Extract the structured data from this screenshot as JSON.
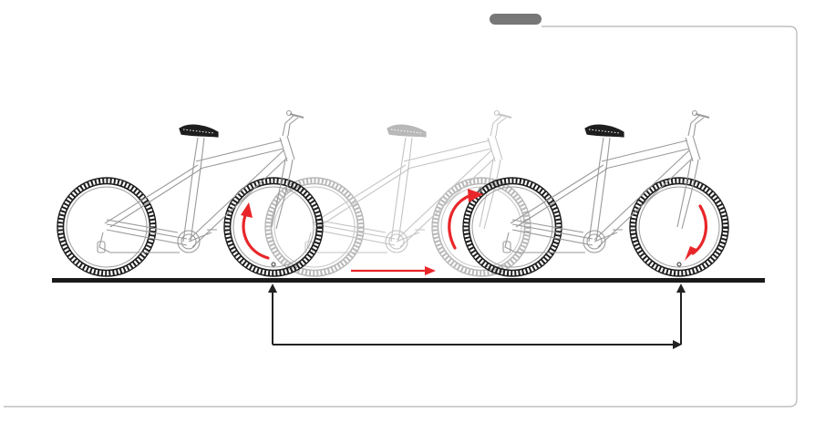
{
  "colors": {
    "line": "#222222",
    "ground": "#1a1a1a",
    "frame_outline": "#999999",
    "tire": "#1e1e1e",
    "tire_faded": "#b8b8b8",
    "frame_faded": "#c4c4c4",
    "rotation_arrow": "#e8262a",
    "tab_pill": "#777777",
    "panel_border": "#b5b5b5"
  },
  "icons": {
    "bicycle": "bicycle-icon",
    "rotation": "rotation-arrow-icon",
    "motion": "motion-arrow-icon",
    "distance": "distance-bracket-icon"
  },
  "bikes": [
    {
      "id": "start",
      "state": "initial position",
      "faded": false
    },
    {
      "id": "middle",
      "state": "in motion",
      "faded": true
    },
    {
      "id": "end",
      "state": "after one wheel revolution",
      "faded": false
    }
  ]
}
